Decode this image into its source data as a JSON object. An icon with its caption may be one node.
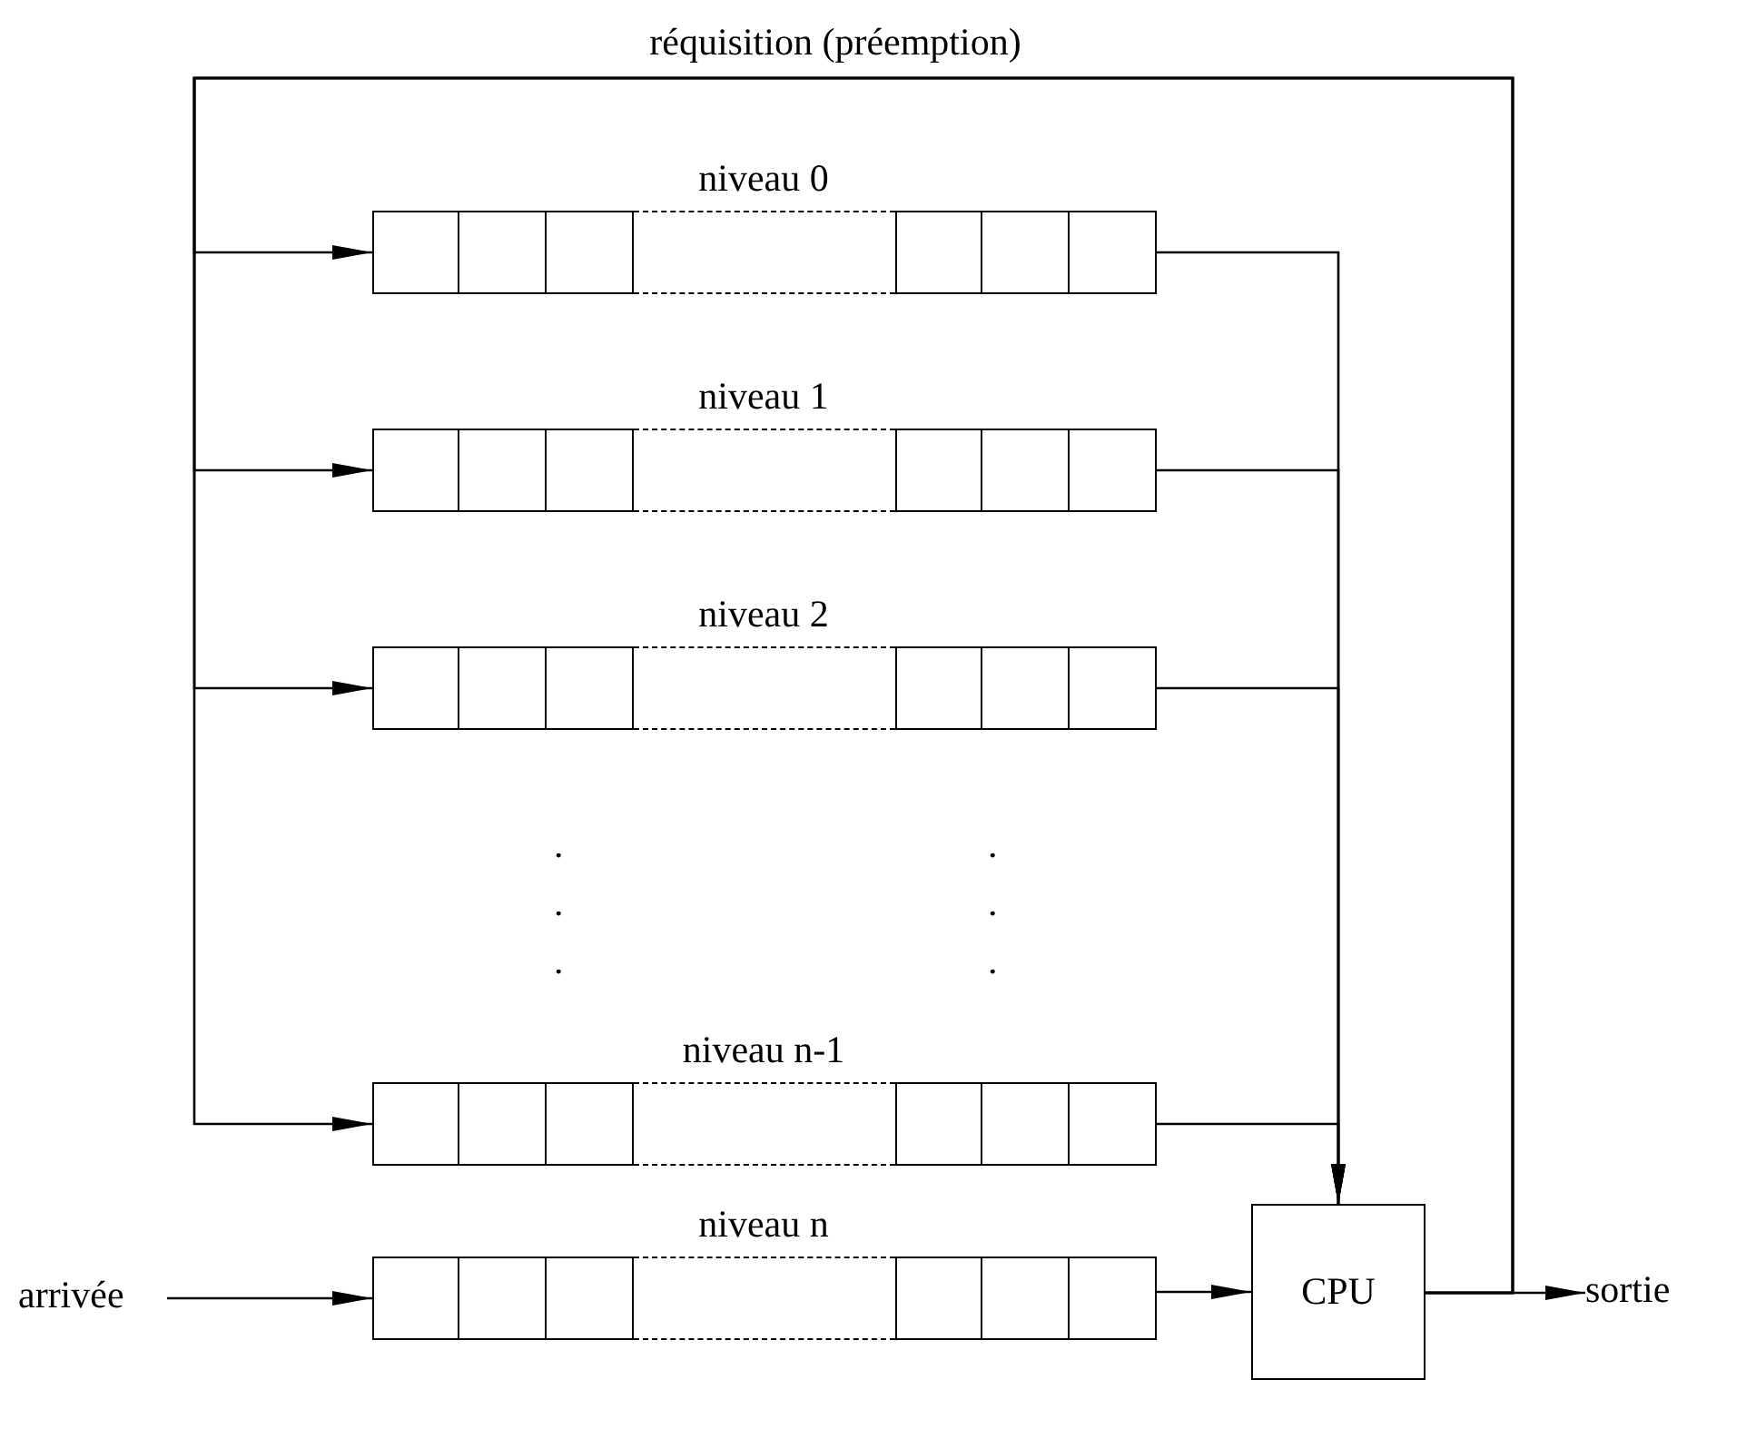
{
  "diagram": {
    "nodes": [
      {
        "text": [
          "niveau 0"
        ]
      },
      {
        "text": [
          "niveau 1"
        ]
      },
      {
        "text": [
          "niveau 2"
        ]
      },
      {
        "text": [
          "niveau n-1"
        ]
      },
      {
        "text": [
          "niveau n"
        ]
      },
      {
        "text": [
          "CPU"
        ]
      },
      {
        "text": [
          "arrivée"
        ]
      },
      {
        "text": [
          "sortie"
        ]
      }
    ],
    "edges": [
      {
        "from": 5,
        "to": 0,
        "arrow": "to",
        "label": "réquisition (préemption)"
      },
      {
        "from": 5,
        "to": 1,
        "arrow": "to"
      },
      {
        "from": 5,
        "to": 2,
        "arrow": "to"
      },
      {
        "from": 5,
        "to": 3,
        "arrow": "to"
      },
      {
        "from": 0,
        "to": 5,
        "arrow": "to"
      },
      {
        "from": 1,
        "to": 5,
        "arrow": "to"
      },
      {
        "from": 2,
        "to": 5,
        "arrow": "to"
      },
      {
        "from": 3,
        "to": 5,
        "arrow": "to"
      },
      {
        "from": 4,
        "to": 5,
        "arrow": "to"
      },
      {
        "from": 6,
        "to": 4,
        "arrow": "to"
      },
      {
        "from": 5,
        "to": 7,
        "arrow": "to"
      }
    ],
    "labels": [
      ".",
      ".",
      ".",
      ".",
      ".",
      "."
    ]
  }
}
